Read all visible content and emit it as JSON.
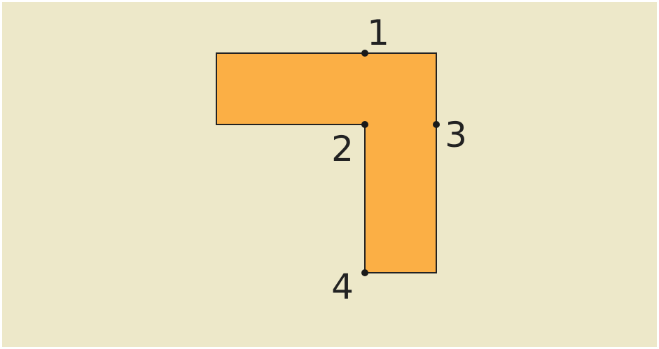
{
  "colors": {
    "background": "#EDE8C9",
    "shape_fill": "#FBAF45",
    "stroke": "#222222",
    "point": "#1a1a1a"
  },
  "points": [
    {
      "label": "1"
    },
    {
      "label": "2"
    },
    {
      "label": "3"
    },
    {
      "label": "4"
    }
  ]
}
